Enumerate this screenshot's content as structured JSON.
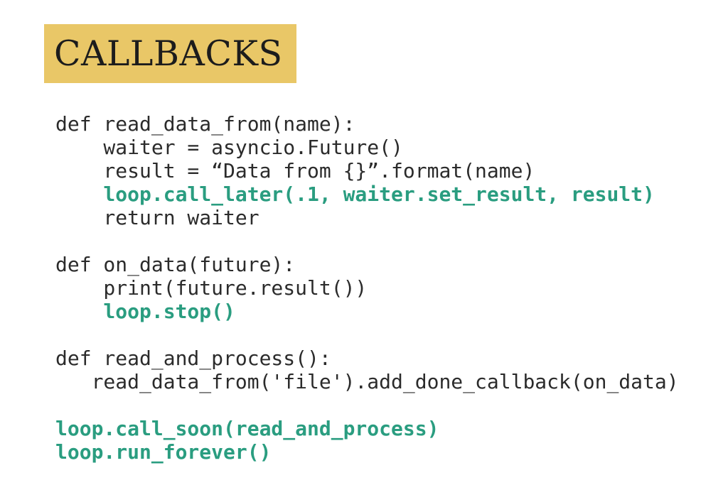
{
  "slide": {
    "background_color": "#ffffff",
    "title": {
      "text": "CALLBACKS",
      "banner_color": "#e9c767",
      "text_color": "#1c1c1c"
    },
    "code": {
      "language": "python",
      "default_color": "#2b2b2b",
      "highlight_color": "#2a9d80",
      "lines": [
        {
          "text": "def read_data_from(name):",
          "highlight": false
        },
        {
          "text": "    waiter = asyncio.Future()",
          "highlight": false
        },
        {
          "text": "    result = “Data from {}”.format(name)",
          "highlight": false
        },
        {
          "text": "    loop.call_later(.1, waiter.set_result, result)",
          "highlight": true
        },
        {
          "text": "    return waiter",
          "highlight": false
        },
        {
          "text": "",
          "highlight": false
        },
        {
          "text": "def on_data(future):",
          "highlight": false
        },
        {
          "text": "    print(future.result())",
          "highlight": false
        },
        {
          "text": "    loop.stop()",
          "highlight": true
        },
        {
          "text": "",
          "highlight": false
        },
        {
          "text": "def read_and_process():",
          "highlight": false
        },
        {
          "text": "   read_data_from('file').add_done_callback(on_data)",
          "highlight": false
        },
        {
          "text": "",
          "highlight": false
        },
        {
          "text": "loop.call_soon(read_and_process)",
          "highlight": true
        },
        {
          "text": "loop.run_forever()",
          "highlight": true
        }
      ]
    }
  }
}
